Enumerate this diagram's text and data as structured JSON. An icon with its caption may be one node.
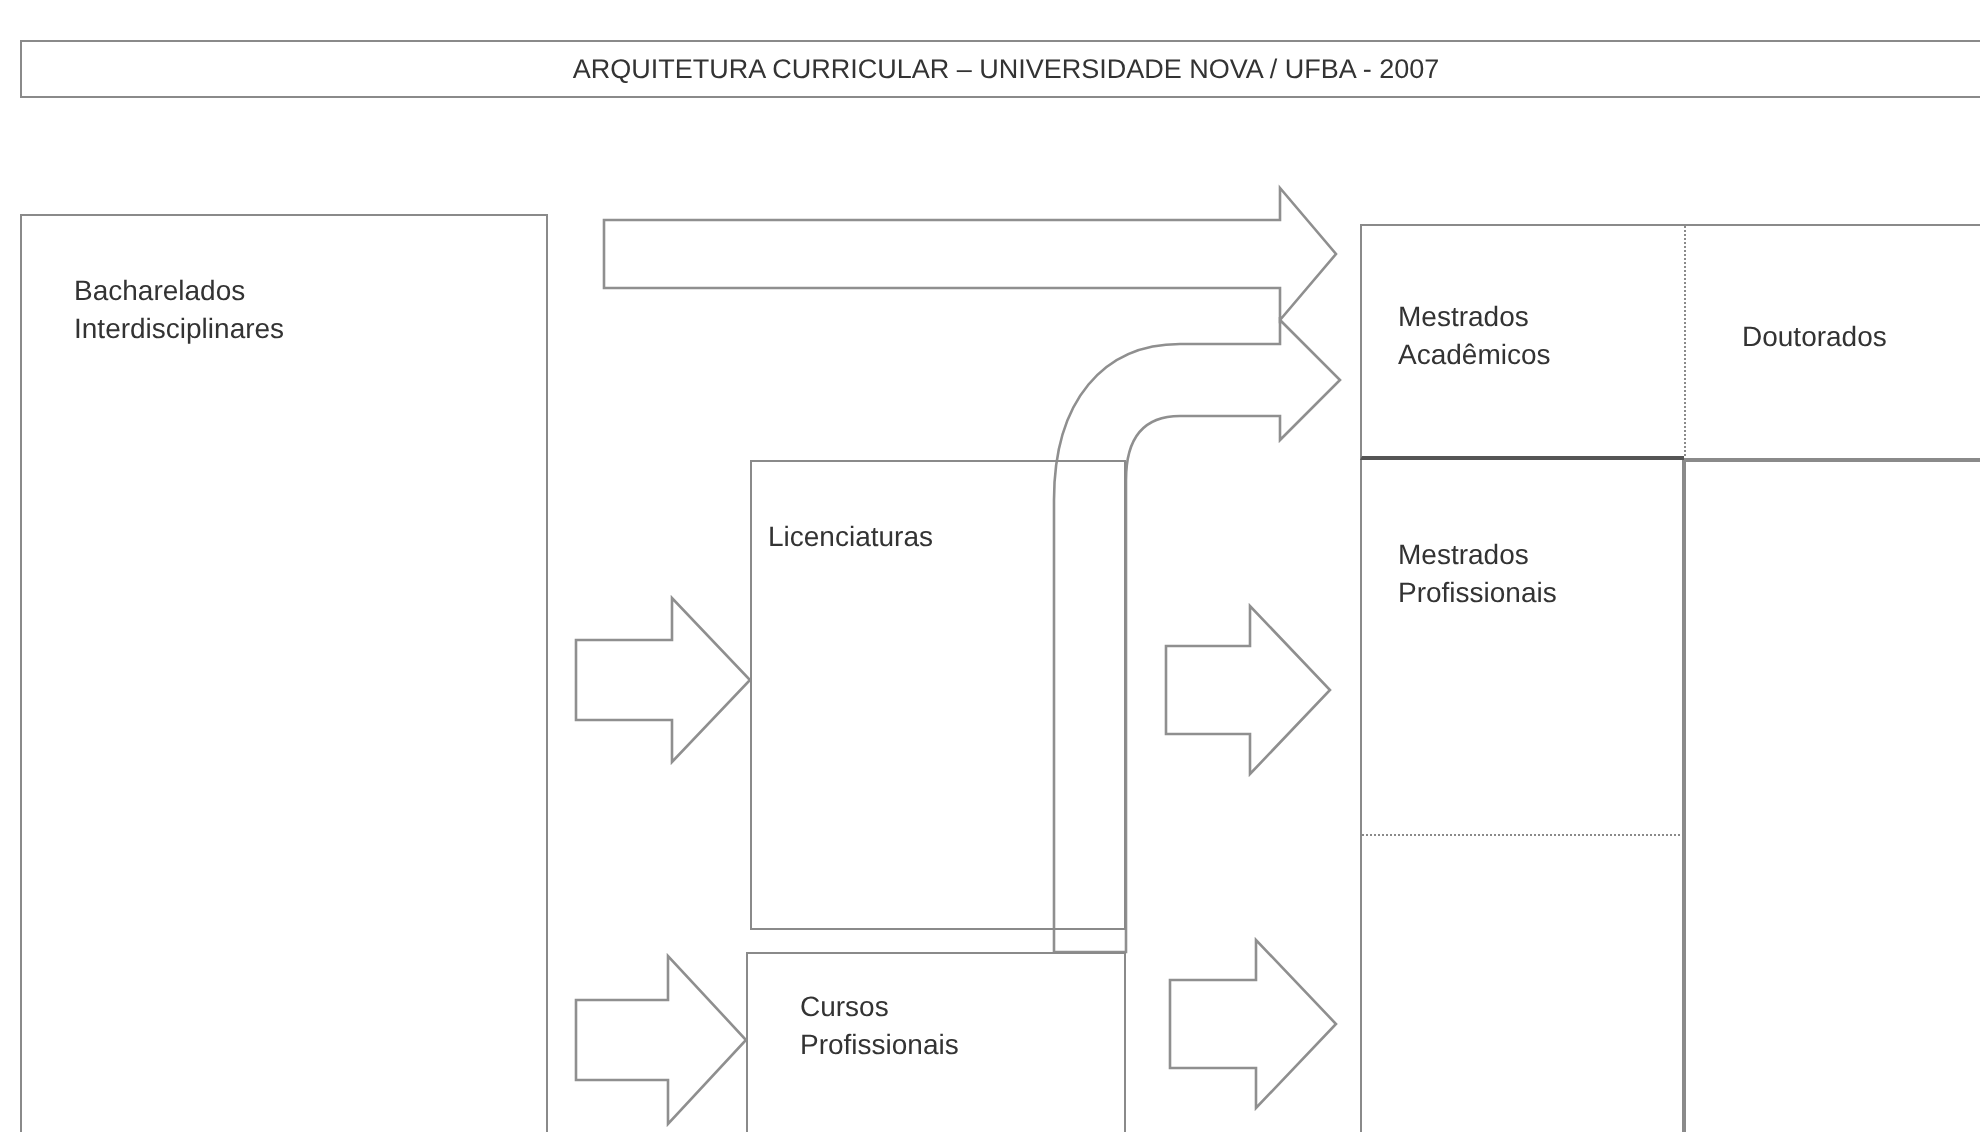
{
  "diagram": {
    "title": "ARQUITETURA CURRICULAR – UNIVERSIDADE NOVA / UFBA - 2007",
    "nodes": [
      {
        "text": [
          "Bacharelados Interdisciplinares"
        ]
      },
      {
        "text": [
          "Licenciaturas"
        ]
      },
      {
        "text": [
          "Cursos Profissionais"
        ]
      },
      {
        "text": [
          "Mestrados Acadêmicos"
        ]
      },
      {
        "text": [
          "Doutorados"
        ]
      },
      {
        "text": [
          "Mestrados Profissionais"
        ]
      },
      {
        "text": [],
        "shape": "box"
      },
      {
        "text": [],
        "shape": "box"
      }
    ],
    "edges": [
      {
        "from": 0,
        "to": 3,
        "arrow": "to"
      },
      {
        "from": 2,
        "to": 3,
        "arrow": "to"
      },
      {
        "from": 0,
        "to": 1,
        "arrow": "to"
      },
      {
        "from": 0,
        "to": 2,
        "arrow": "to"
      },
      {
        "from": 1,
        "to": 5,
        "arrow": "to"
      },
      {
        "from": 2,
        "to": 6,
        "arrow": "to"
      }
    ]
  }
}
